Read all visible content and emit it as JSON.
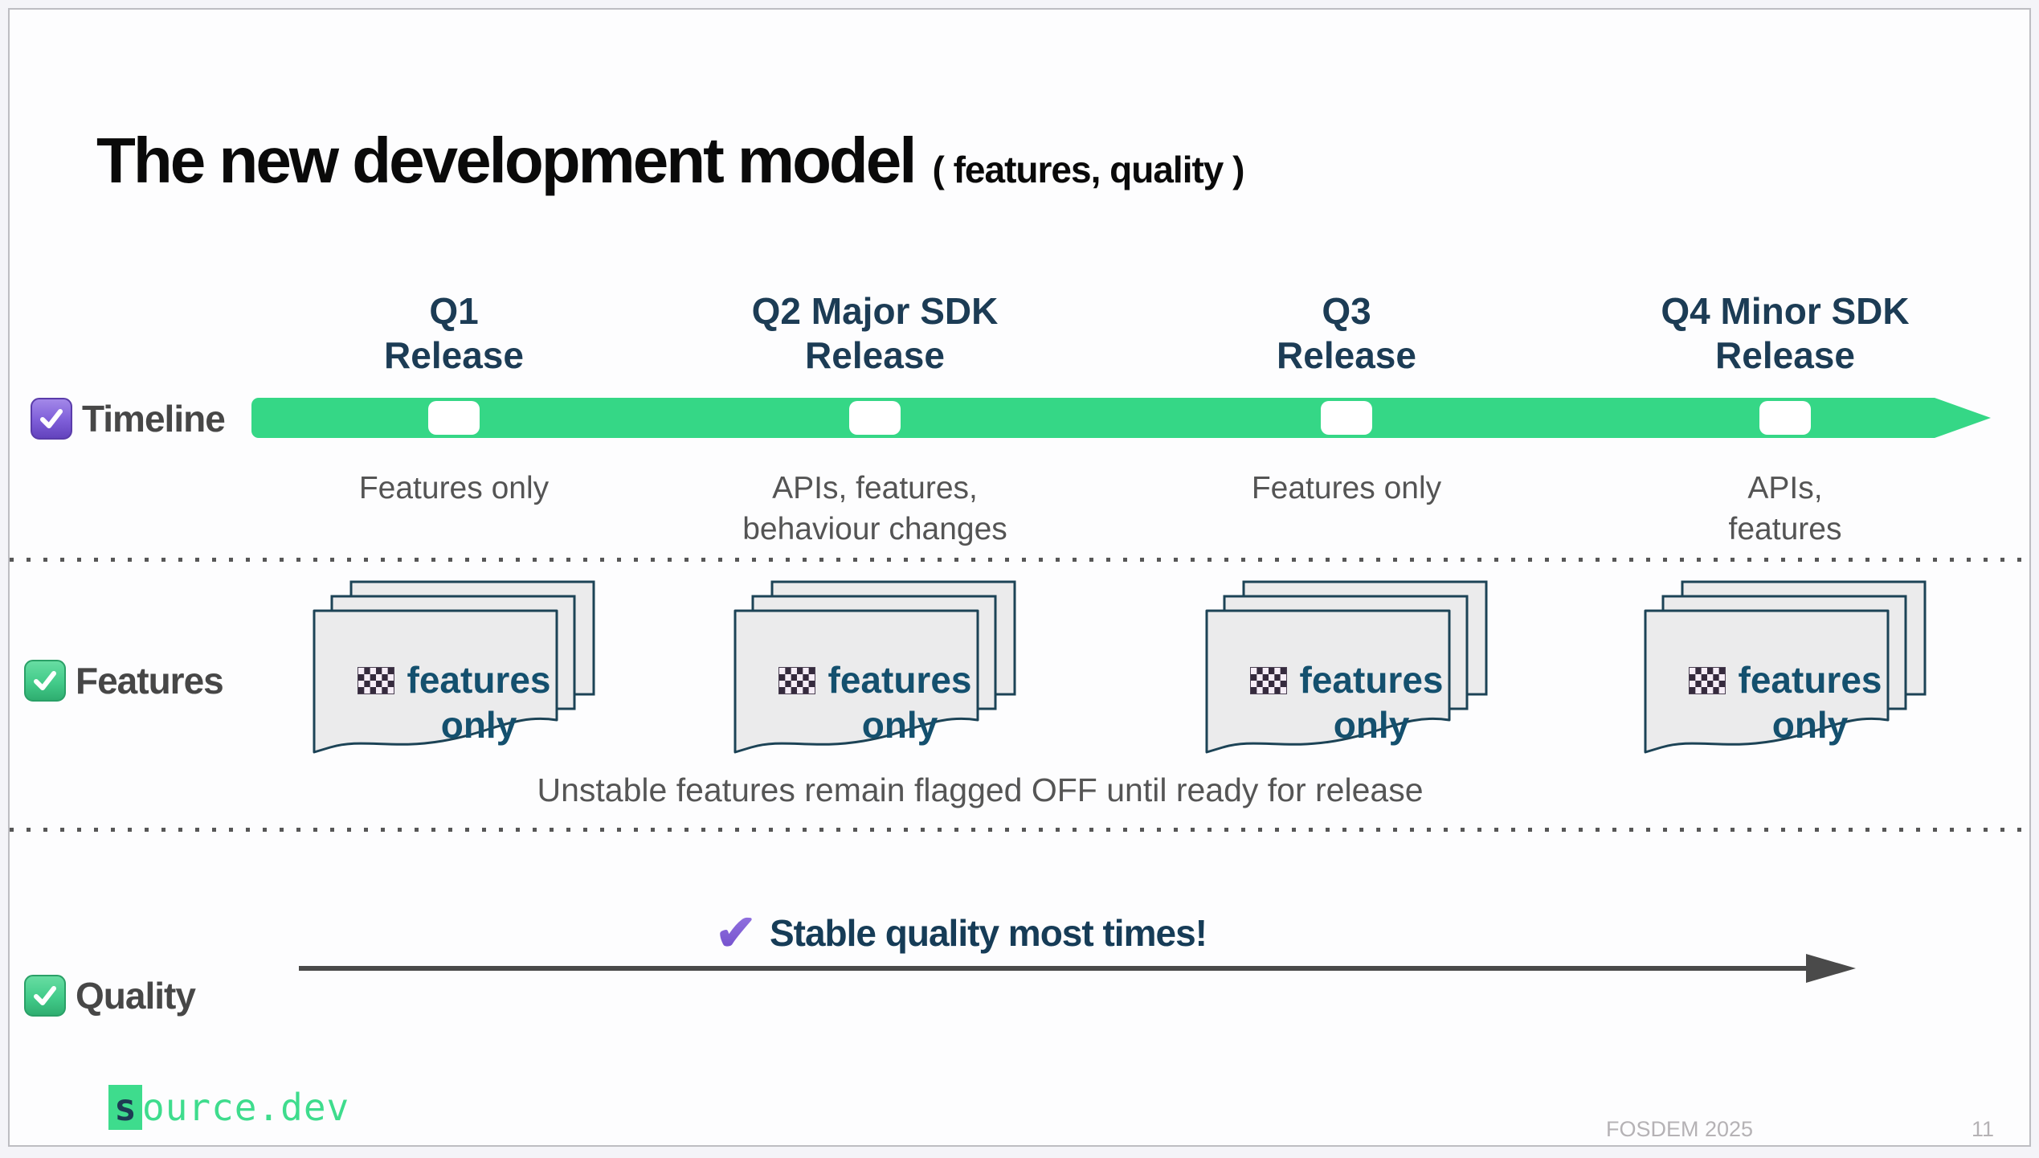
{
  "title": {
    "text": "The new development model",
    "suffix": "( features, quality )"
  },
  "rows": {
    "timeline": {
      "label": "Timeline",
      "checkbox_style": "purple"
    },
    "features": {
      "label": "Features",
      "checkbox_style": "green"
    },
    "quality": {
      "label": "Quality",
      "checkbox_style": "green"
    }
  },
  "milestones": [
    {
      "heading": "Q1\nRelease",
      "scope": "Features only"
    },
    {
      "heading": "Q2 Major SDK\nRelease",
      "scope": "APIs, features,\nbehaviour changes"
    },
    {
      "heading": "Q3\nRelease",
      "scope": "Features only"
    },
    {
      "heading": "Q4 Minor SDK\nRelease",
      "scope": "APIs,\nfeatures"
    }
  ],
  "feature_card": {
    "label": "features\nonly",
    "icon": "checkered-flag"
  },
  "features_caption": "Unstable features remain flagged OFF until ready for release",
  "quality_note": "Stable quality most times!",
  "footer": {
    "logo_prefix": "s",
    "logo_rest": "ource.dev",
    "event": "FOSDEM 2025",
    "page_number": "11"
  },
  "colors": {
    "timeline_green": "#35d786",
    "heading_navy": "#1c3c55",
    "card_text_navy": "#14506e",
    "checkbox_purple": "#7e5ed8",
    "checkbox_green": "#43cb8a",
    "logo_green": "#3edc8d",
    "arrow_gray": "#4a4a4a"
  }
}
